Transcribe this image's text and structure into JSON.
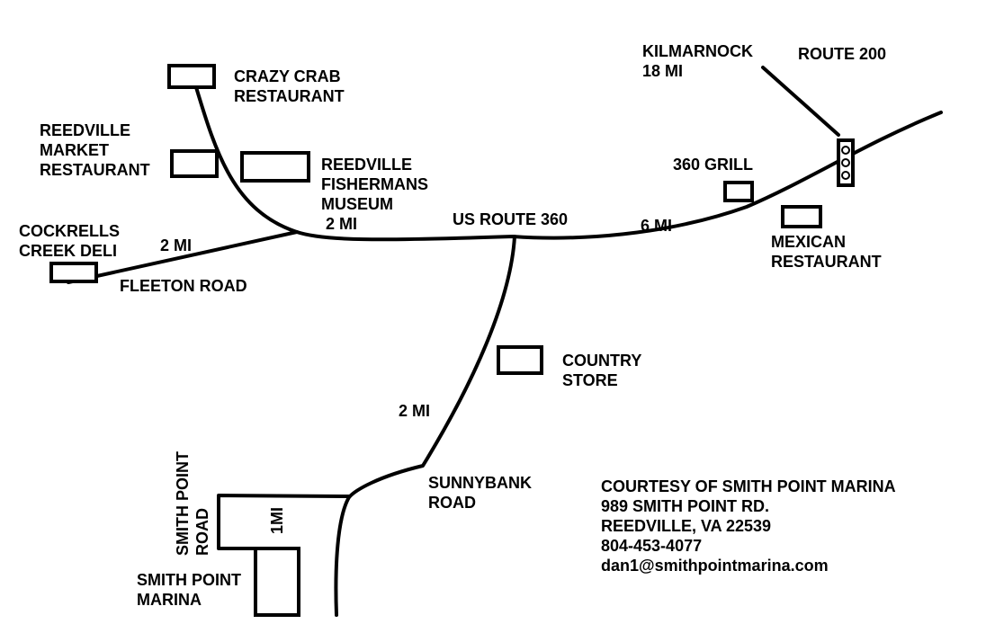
{
  "labels": {
    "kilmarnock": "KILMARNOCK\n18 MI",
    "route200": "ROUTE 200",
    "crazy_crab": "CRAZY CRAB\nRESTAURANT",
    "reedville_market": "REEDVILLE\nMARKET\nRESTAURANT",
    "fishermans_museum": "REEDVILLE\nFISHERMANS\nMUSEUM",
    "dist_museum": "2 MI",
    "us_route_360": "US ROUTE 360",
    "grill_360": "360 GRILL",
    "dist_east": "6 MI",
    "mexican": "MEXICAN\nRESTAURANT",
    "cockrells": "COCKRELLS\nCREEK DELI",
    "dist_fleeton": "2 MI",
    "fleeton_road": "FLEETON ROAD",
    "country_store": "COUNTRY\nSTORE",
    "dist_south": "2 MI",
    "sunnybank_road": "SUNNYBANK\nROAD",
    "smith_point_road": "SMITH POINT\nROAD",
    "dist_1mi": "1MI",
    "smith_point_marina": "SMITH POINT\nMARINA"
  },
  "credit": {
    "line1": "COURTESY OF SMITH POINT MARINA",
    "line2": "989 SMITH POINT RD.",
    "line3": "REEDVILLE, VA 22539",
    "line4": "804-453-4077",
    "line5": "dan1@smithpointmarina.com"
  }
}
